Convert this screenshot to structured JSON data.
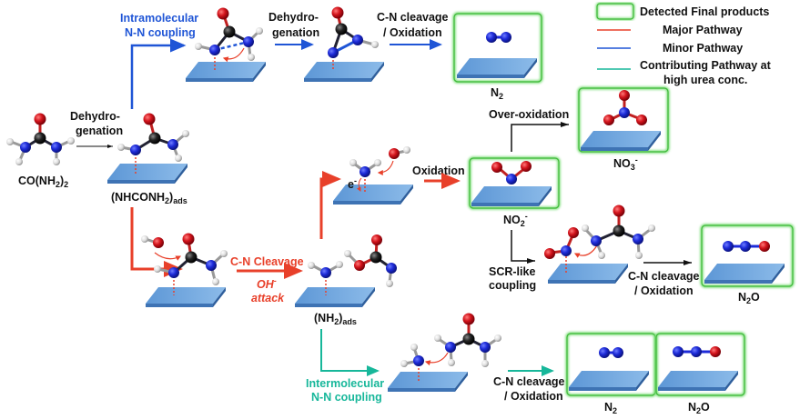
{
  "legend": {
    "items": [
      {
        "label": "Detected Final products",
        "kind": "box",
        "color": "#5fd35a"
      },
      {
        "label": "Major Pathway",
        "kind": "line",
        "color": "#e8402a"
      },
      {
        "label": "Minor Pathway",
        "kind": "line",
        "color": "#1f55d6"
      },
      {
        "label": "Contributing Pathway at",
        "label2": "high urea conc.",
        "kind": "line",
        "color": "#17b79a"
      }
    ]
  },
  "colors": {
    "major": "#e8402a",
    "minor": "#1f55d6",
    "contributing": "#17b79a",
    "product_box": "#5fd35a",
    "surface": "#6fa5dc",
    "nitrogen": "#1d2bd8",
    "oxygen": "#d3141c",
    "carbon": "#1a1a1a",
    "hydrogen": "#dddddd"
  },
  "species": {
    "urea": {
      "main": "CO(NH",
      "sub": "2",
      "tail": ")",
      "sub2": "2"
    },
    "nhconh2": {
      "main": "(NHCONH",
      "sub": "2",
      "tail": ")",
      "sub2": "ads"
    },
    "nh2": {
      "main": "(NH",
      "sub": "2",
      "tail": ")",
      "sub2": "ads"
    },
    "n2_top": {
      "main": "N",
      "sub": "2"
    },
    "no2": {
      "main": "NO",
      "sub": "2",
      "sup": "-"
    },
    "no3": {
      "main": "NO",
      "sub": "3",
      "sup": "-"
    },
    "n2o_mid": {
      "main": "N",
      "sub": "2",
      "tail": "O"
    },
    "n2_bottom": {
      "main": "N",
      "sub": "2"
    },
    "n2o_bottom": {
      "main": "N",
      "sub": "2",
      "tail": "O"
    }
  },
  "steps": {
    "dehydro1": [
      "Dehydro-",
      "genation"
    ],
    "intramolecular": [
      "Intramolecular",
      "N-N coupling"
    ],
    "dehydro2": [
      "Dehydro-",
      "genation"
    ],
    "cn_ox_top": [
      "C-N cleavage",
      "/ Oxidation"
    ],
    "cn_cleavage": "C-N Cleavage",
    "oh_attack": [
      "OH",
      "-",
      "attack"
    ],
    "electron": "e",
    "oxidation": "Oxidation",
    "over_oxidation": "Over-oxidation",
    "scr": [
      "SCR-like",
      "coupling"
    ],
    "cn_ox_mid": [
      "C-N cleavage",
      "/ Oxidation"
    ],
    "intermolecular": [
      "Intermolecular",
      "N-N coupling"
    ],
    "cn_ox_bottom": [
      "C-N cleavage",
      "/ Oxidation"
    ]
  }
}
